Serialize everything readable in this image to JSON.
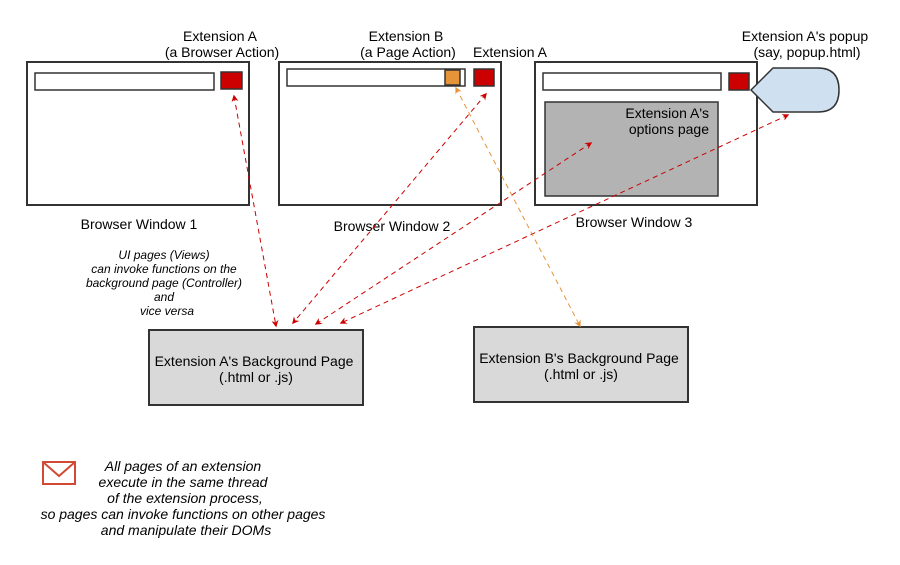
{
  "colors": {
    "extension_a_icon": "#cc0000",
    "extension_b_icon": "#e6943a",
    "popup_fill": "#cfe0f0",
    "background_page_fill": "#d9d9d9",
    "options_page_fill": "#b3b3b3",
    "link_a": "#cc0000",
    "link_b": "#e6943a",
    "mail_icon": "#d24a36"
  },
  "labels": {
    "ext_a_browser_action": [
      "Extension A",
      "(a Browser Action)"
    ],
    "ext_b_page_action": [
      "Extension B",
      "(a Page Action)"
    ],
    "ext_a": "Extension A",
    "popup": [
      "Extension A's popup",
      "(say, popup.html)"
    ],
    "options_page": [
      "Extension A's",
      "options page"
    ]
  },
  "windows": [
    {
      "name": "Browser Window 1"
    },
    {
      "name": "Browser Window 2"
    },
    {
      "name": "Browser Window 3"
    }
  ],
  "background_pages": [
    {
      "lines": [
        "Extension A's Background Page",
        "(.html or .js)"
      ]
    },
    {
      "lines": [
        "Extension B's Background Page",
        "(.html or .js)"
      ]
    }
  ],
  "ui_note": [
    "UI pages (Views)",
    "can invoke functions on the",
    "background page (Controller)",
    "and",
    "vice versa"
  ],
  "footer_note": [
    "All pages of an extension",
    "execute in the same thread",
    "of the extension process,",
    "so pages can invoke functions on other pages",
    "and manipulate their DOMs"
  ],
  "icons": [
    "mail-icon"
  ]
}
